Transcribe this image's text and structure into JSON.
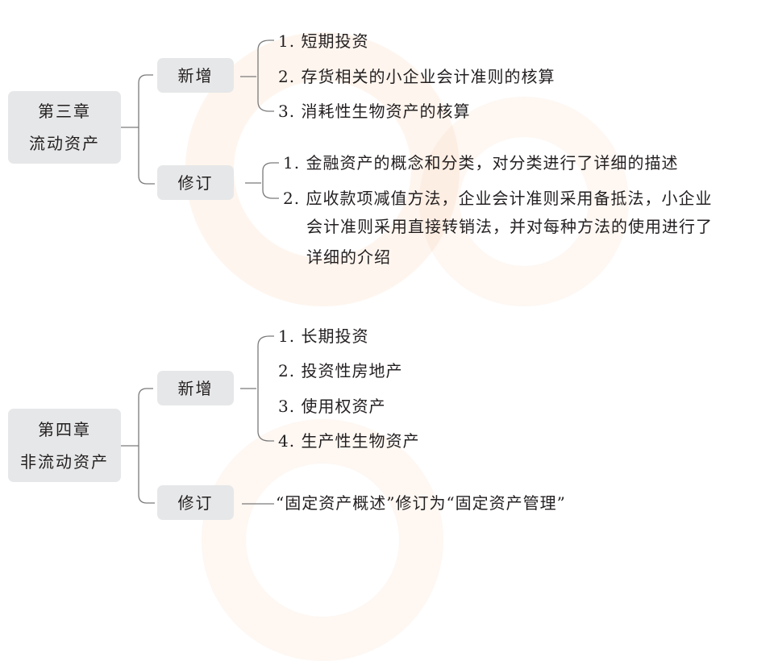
{
  "diagram": {
    "chapters": [
      {
        "title_line1": "第三章",
        "title_line2": "流动资产",
        "added": {
          "label": "新增",
          "items": [
            "1. 短期投资",
            "2. 存货相关的小企业会计准则的核算",
            "3. 消耗性生物资产的核算"
          ]
        },
        "revised": {
          "label": "修订",
          "items": [
            "1. 金融资产的概念和分类，对分类进行了详细的描述",
            "2. 应收款项减值方法，企业会计准则采用备抵法，小企业",
            "会计准则采用直接转销法，并对每种方法的使用进行了",
            "详细的介绍"
          ]
        }
      },
      {
        "title_line1": "第四章",
        "title_line2": "非流动资产",
        "added": {
          "label": "新增",
          "items": [
            "1. 长期投资",
            "2. 投资性房地产",
            "3. 使用权资产",
            "4. 生产性生物资产"
          ]
        },
        "revised": {
          "label": "修订",
          "text": "“固定资产概述”修订为“固定资产管理”"
        }
      }
    ],
    "colors": {
      "box_fill": "#e6e7e8",
      "line": "#7a7a7a",
      "text": "#231f20",
      "watermark": "#f7c9a8"
    }
  }
}
